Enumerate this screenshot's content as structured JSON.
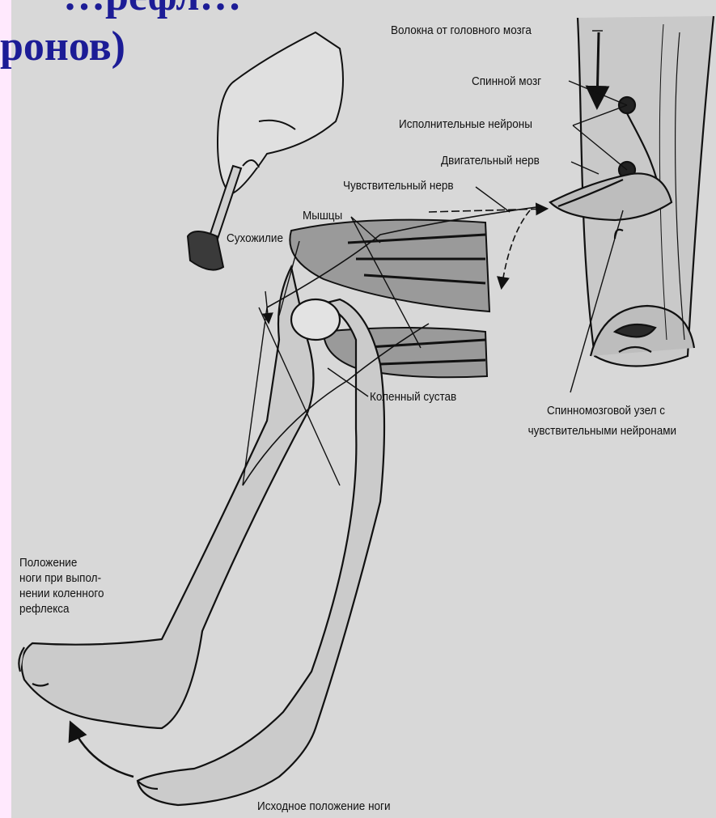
{
  "heading": {
    "line1_partial": "…рефл…",
    "line2": "ронов)"
  },
  "labels": {
    "fibers_from_brain": "Волокна от головного мозга",
    "spinal_cord": "Спинной мозг",
    "motor_neurons": "Исполнительные  нейроны",
    "motor_nerve": "Двигательный нерв",
    "sensory_nerve": "Чувствительный нерв",
    "muscles": "Мышцы",
    "tendon": "Сухожилие",
    "knee_joint": "Коленный сустав",
    "spinal_ganglion_line1": "Спинномозговой узел с",
    "spinal_ganglion_line2": "чувствительными нейронами",
    "reflex_position_line1": "Положение",
    "reflex_position_line2": "ноги при выпол-",
    "reflex_position_line3": "нении коленного",
    "reflex_position_line4": "рефлекса",
    "initial_position": "Исходное  положение ноги"
  },
  "colors": {
    "page_background": "#ffe9fd",
    "panel_background": "#d8d8d8",
    "heading_color": "#1c1c96",
    "line_color": "#111111"
  },
  "icons": [
    "reflex-hammer-icon",
    "hand-icon",
    "arrow-icon"
  ]
}
